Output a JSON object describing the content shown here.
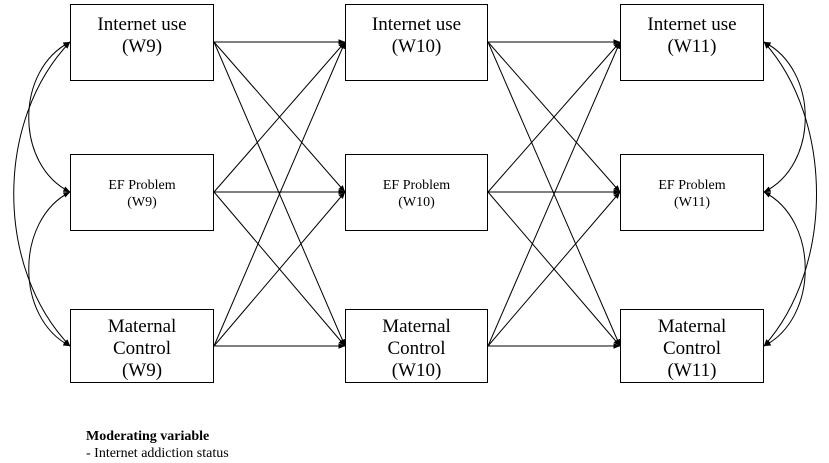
{
  "waves": [
    {
      "internet_use": {
        "label": "Internet use",
        "wave": "(W9)"
      },
      "ef_problem": {
        "label": "EF Problem",
        "wave": "(W9)"
      },
      "maternal_control": {
        "line1": "Maternal",
        "line2": "Control",
        "wave": "(W9)"
      }
    },
    {
      "internet_use": {
        "label": "Internet use",
        "wave": "(W10)"
      },
      "ef_problem": {
        "label": "EF Problem",
        "wave": "(W10)"
      },
      "maternal_control": {
        "line1": "Maternal",
        "line2": "Control",
        "wave": "(W10)"
      }
    },
    {
      "internet_use": {
        "label": "Internet use",
        "wave": "(W11)"
      },
      "ef_problem": {
        "label": "EF Problem",
        "wave": "(W11)"
      },
      "maternal_control": {
        "line1": "Maternal",
        "line2": "Control",
        "wave": "(W11)"
      }
    }
  ],
  "moderator": {
    "title": "Moderating variable",
    "item": "- Internet addiction status"
  }
}
